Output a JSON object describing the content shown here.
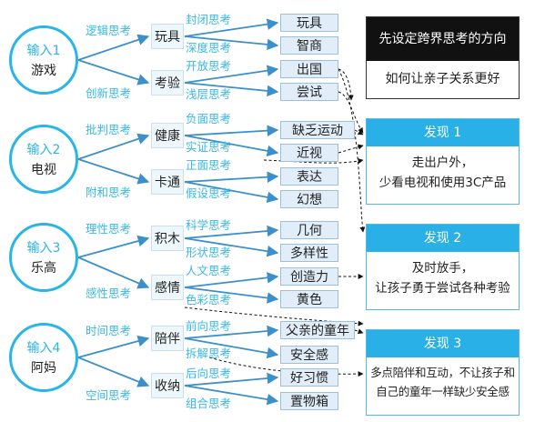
{
  "inputs": [
    {
      "title": "输入1",
      "name": "游戏",
      "branches": [
        {
          "edge": "逻辑思考",
          "node": "玩具",
          "leaves": [
            {
              "edge": "封闭思考",
              "label": "玩具"
            },
            {
              "edge": "深度思考",
              "label": "智商"
            }
          ]
        },
        {
          "edge": "创新思考",
          "node": "考验",
          "leaves": [
            {
              "edge": "开放思考",
              "label": "出国"
            },
            {
              "edge": "浅层思考",
              "label": "尝试"
            }
          ]
        }
      ]
    },
    {
      "title": "输入2",
      "name": "电视",
      "branches": [
        {
          "edge": "批判思考",
          "node": "健康",
          "leaves": [
            {
              "edge": "负面思考",
              "label": "缺乏运动"
            },
            {
              "edge": "实证思考",
              "label": "近视"
            }
          ]
        },
        {
          "edge": "附和思考",
          "node": "卡通",
          "leaves": [
            {
              "edge": "正面思考",
              "label": "表达"
            },
            {
              "edge": "假设思考",
              "label": "幻想"
            }
          ]
        }
      ]
    },
    {
      "title": "输入3",
      "name": "乐高",
      "branches": [
        {
          "edge": "理性思考",
          "node": "积木",
          "leaves": [
            {
              "edge": "科学思考",
              "label": "几何"
            },
            {
              "edge": "形状思考",
              "label": "多样性"
            }
          ]
        },
        {
          "edge": "感性思考",
          "node": "感情",
          "leaves": [
            {
              "edge": "人文思考",
              "label": "创造力"
            },
            {
              "edge": "色彩思考",
              "label": "黄色"
            }
          ]
        }
      ]
    },
    {
      "title": "输入4",
      "name": "阿妈",
      "branches": [
        {
          "edge": "时间思考",
          "node": "陪伴",
          "leaves": [
            {
              "edge": "前向思考",
              "label": "父亲的童年"
            },
            {
              "edge": "拆解思考",
              "label": "安全感"
            }
          ]
        },
        {
          "edge": "空间思考",
          "node": "收纳",
          "leaves": [
            {
              "edge": "后向思考",
              "label": "好习惯"
            },
            {
              "edge": "组合思考",
              "label": "置物箱"
            }
          ]
        }
      ]
    }
  ],
  "direction": {
    "title": "先设定跨界思考的方向",
    "question": "如何让亲子关系更好"
  },
  "findings": [
    {
      "title": "发现 1",
      "lines": [
        "走出户外，",
        "少看电视和使用3C产品"
      ]
    },
    {
      "title": "发现 2",
      "lines": [
        "及时放手，",
        "让孩子勇于尝试各种考验"
      ]
    },
    {
      "title": "发现 3",
      "lines": [
        "多点陪伴和互动，不让孩子和",
        "自己的童年一样缺少安全感"
      ]
    }
  ],
  "colors": {
    "accent": "#29b0e6",
    "edge_text": "#39b8e6",
    "line": "#3a8fcc",
    "leaf_fill": "#e1eef9"
  }
}
